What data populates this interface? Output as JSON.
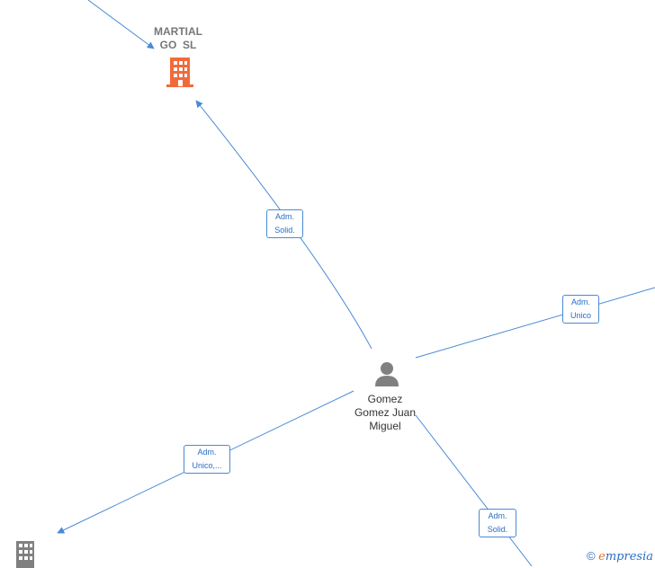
{
  "nodes": {
    "company_top": {
      "name_line1": "MARTIAL",
      "name_line2": "GO  SL"
    },
    "person": {
      "line1": "Gomez",
      "line2": "Gomez Juan",
      "line3": "Miguel"
    }
  },
  "edges": [
    {
      "line1": "Adm.",
      "line2": "Solid."
    },
    {
      "line1": "Adm.",
      "line2": "Unico"
    },
    {
      "line1": "Adm.",
      "line2": "Unico,..."
    },
    {
      "line1": "Adm.",
      "line2": "Solid."
    }
  ],
  "colors": {
    "edge": "#4a8ad6",
    "company_highlight": "#f26a3b",
    "company_default": "#808080",
    "person": "#808080"
  },
  "watermark": {
    "copyright": "©",
    "brand_initial": "e",
    "brand_rest": "mpresia"
  }
}
